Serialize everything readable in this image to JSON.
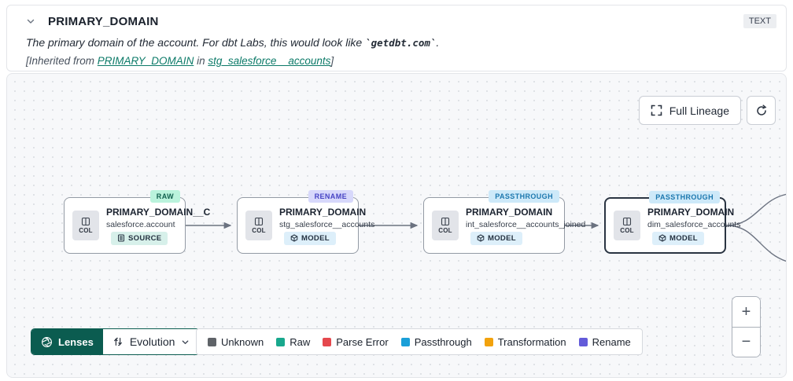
{
  "header": {
    "title": "PRIMARY_DOMAIN",
    "type_badge": "TEXT",
    "description_prefix": "The primary domain of the account. For dbt Labs, this would look like ",
    "description_code": "`getdbt.com`",
    "description_suffix": ".",
    "inherited_prefix": "[Inherited from ",
    "inherited_link_column": "PRIMARY_DOMAIN",
    "inherited_middle": " in ",
    "inherited_link_model": "stg_salesforce__accounts",
    "inherited_suffix": "]"
  },
  "canvas": {
    "full_lineage_label": "Full Lineage",
    "zoom_in_label": "+",
    "zoom_out_label": "−",
    "nodes": [
      {
        "title": "PRIMARY_DOMAIN__C",
        "subtitle": "salesforce.account",
        "resource": "SOURCE",
        "status": "RAW",
        "col_label": "COL"
      },
      {
        "title": "PRIMARY_DOMAIN",
        "subtitle": "stg_salesforce__accounts",
        "resource": "MODEL",
        "status": "RENAME",
        "col_label": "COL"
      },
      {
        "title": "PRIMARY_DOMAIN",
        "subtitle": "int_salesforce__accounts_joined",
        "resource": "MODEL",
        "status": "PASSTHROUGH",
        "col_label": "COL"
      },
      {
        "title": "PRIMARY_DOMAIN",
        "subtitle": "dim_salesforce_accounts",
        "resource": "MODEL",
        "status": "PASSTHROUGH",
        "col_label": "COL"
      }
    ]
  },
  "toolbar": {
    "lenses_label": "Lenses",
    "lens_selected": "Evolution"
  },
  "legend": {
    "items": [
      {
        "label": "Unknown",
        "color": "#5f6368"
      },
      {
        "label": "Raw",
        "color": "#18a88d"
      },
      {
        "label": "Parse Error",
        "color": "#e5484d"
      },
      {
        "label": "Passthrough",
        "color": "#1a9fd8"
      },
      {
        "label": "Transformation",
        "color": "#f2a20d"
      },
      {
        "label": "Rename",
        "color": "#635bd9"
      }
    ]
  },
  "status_colors": {
    "RAW": {
      "bg": "#baf3dc",
      "fg": "#11604e"
    },
    "RENAME": {
      "bg": "#d7d8fb",
      "fg": "#4643c4"
    },
    "PASSTHROUGH": {
      "bg": "#cde9f9",
      "fg": "#1b77ae"
    }
  }
}
